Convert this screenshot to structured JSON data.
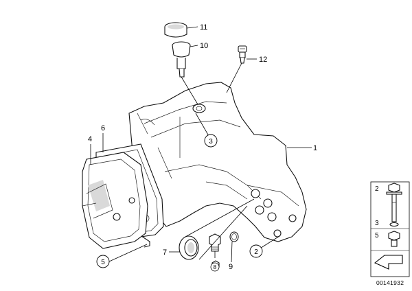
{
  "diagram": {
    "callouts": [
      {
        "id": "c1",
        "text": "1"
      },
      {
        "id": "c2",
        "text": "2"
      },
      {
        "id": "c3",
        "text": "3"
      },
      {
        "id": "c4",
        "text": "4"
      },
      {
        "id": "c5",
        "text": "5"
      },
      {
        "id": "c6",
        "text": "6"
      },
      {
        "id": "c7",
        "text": "7"
      },
      {
        "id": "c8",
        "text": "8"
      },
      {
        "id": "c9",
        "text": "9"
      },
      {
        "id": "c10",
        "text": "10"
      },
      {
        "id": "c11",
        "text": "11"
      },
      {
        "id": "c12",
        "text": "12"
      }
    ],
    "legend": {
      "items": [
        "2",
        "3",
        "5"
      ]
    },
    "drawing_number": "00141932"
  }
}
